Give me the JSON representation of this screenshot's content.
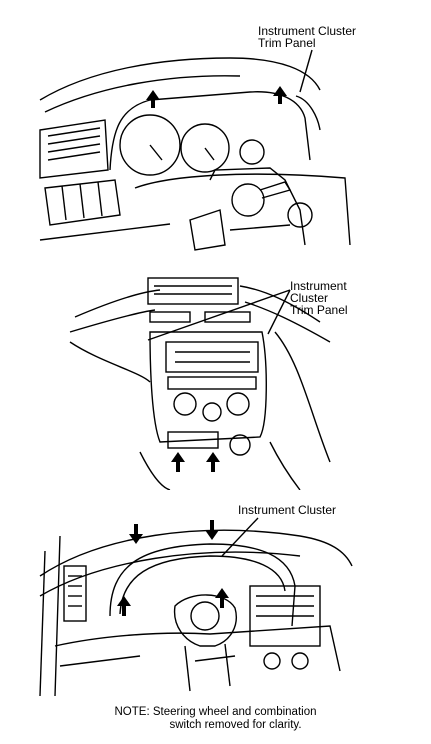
{
  "figure": {
    "panel1": {
      "callout": [
        "Instrument Cluster",
        "Trim Panel"
      ]
    },
    "panel2": {
      "callout": [
        "Instrument",
        "Cluster",
        "Trim Panel"
      ]
    },
    "panel3": {
      "callout": [
        "Instrument Cluster"
      ]
    },
    "note": {
      "line1": "NOTE:  Steering wheel and combination",
      "line2": "switch removed for clarity."
    }
  }
}
